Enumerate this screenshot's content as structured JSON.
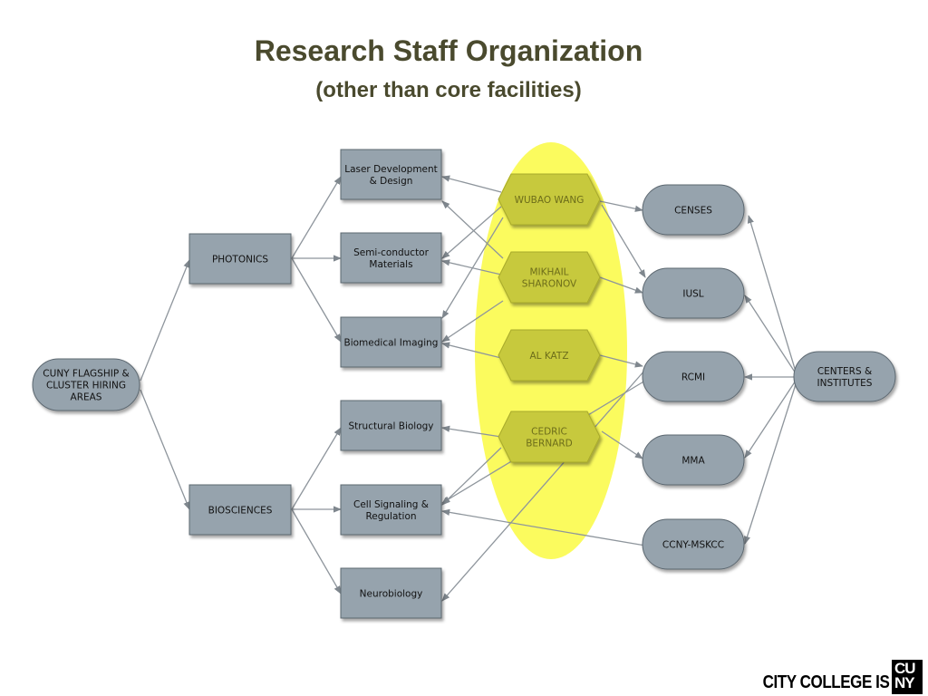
{
  "title": "Research Staff Organization",
  "subtitle": "(other than core facilities)",
  "colors": {
    "node_fill": "#96a3ad",
    "node_stroke": "#5c6770",
    "person_fill": "#c7c93c",
    "highlight": "#fbfb5e",
    "edge": "#8e959c"
  },
  "nodes": {
    "root": [
      "CUNY FLAGSHIP &",
      "CLUSTER HIRING",
      "AREAS"
    ],
    "photonics": [
      "PHOTONICS"
    ],
    "biosciences": [
      "BIOSCIENCES"
    ],
    "laser": [
      "Laser Development",
      "& Design"
    ],
    "semi": [
      "Semi-conductor",
      "Materials"
    ],
    "bioimg": [
      "Biomedical Imaging"
    ],
    "struct": [
      "Structural Biology"
    ],
    "cell": [
      "Cell Signaling &",
      "Regulation"
    ],
    "neuro": [
      "Neurobiology"
    ],
    "censes": [
      "CENSES"
    ],
    "iusl": [
      "IUSL"
    ],
    "rcmi": [
      "RCMI"
    ],
    "mma": [
      "MMA"
    ],
    "ccny": [
      "CCNY-MSKCC"
    ],
    "centers": [
      "CENTERS &",
      "INSTITUTES"
    ]
  },
  "people": {
    "wang": [
      "WUBAO WANG"
    ],
    "sharonov": [
      "MIKHAIL",
      "SHARONOV"
    ],
    "katz": [
      "AL KATZ"
    ],
    "bernard": [
      "CEDRIC",
      "BERNARD"
    ]
  },
  "footer": {
    "text": "CITY COLLEGE IS",
    "logo_line1": "CU",
    "logo_line2": "NY"
  }
}
